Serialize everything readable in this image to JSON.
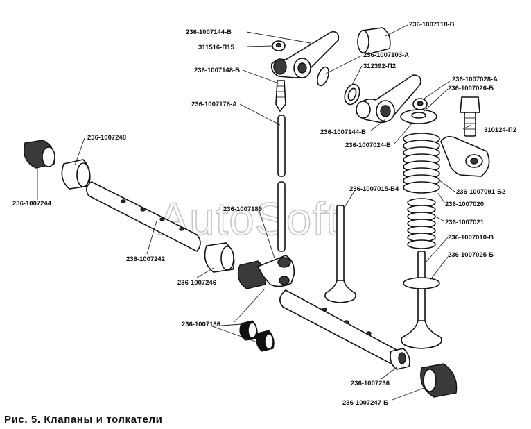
{
  "caption": "Рис. 5. Клапаны и толкатели",
  "watermark": "AutoSoft",
  "labels": [
    "236-1007144-В",
    "311516-П15",
    "236-1007148-Б",
    "236-1007176-А",
    "236-1007118-В",
    "236-1007103-А",
    "312392-П2",
    "236-1007028-А",
    "236-1007026-Б",
    "310124-П2",
    "236-1007144-В",
    "236-1007024-В",
    "236-1007248",
    "236-1007244",
    "236-1007091-Б2",
    "236-1007015-В4",
    "236-1007020",
    "236-1007189",
    "236-1007021",
    "236-1007010-В",
    "236-1007025-Б",
    "236-1007242",
    "236-1007246",
    "236-1007186",
    "236-1007236",
    "236-1007247-Б"
  ]
}
